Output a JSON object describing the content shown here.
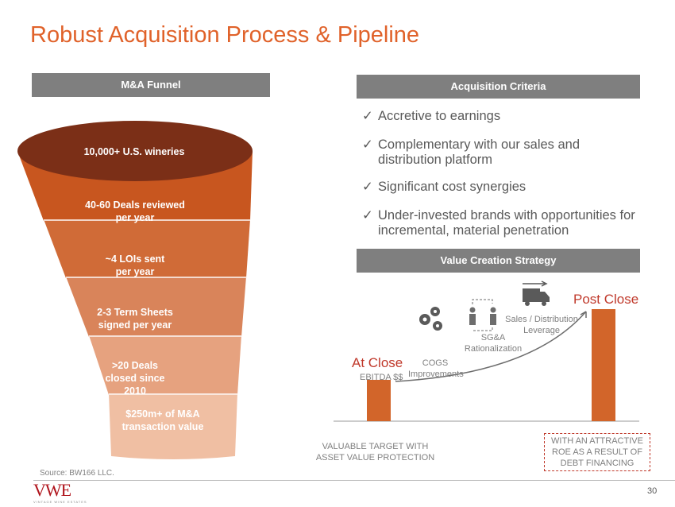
{
  "title": "Robust Acquisition Process & Pipeline",
  "funnel": {
    "header": "M&A Funnel",
    "stages": [
      "10,000+ U.S. wineries",
      "40-60 Deals reviewed per year",
      "~4 LOIs sent per year",
      "2-3 Term Sheets signed per year",
      ">20 Deals closed since 2010",
      "$250m+ of M&A transaction value"
    ],
    "colors": [
      "#7b2f17",
      "#c8561f",
      "#d06b37",
      "#d9845a",
      "#e6a27f",
      "#f0bfa3"
    ]
  },
  "criteria": {
    "header": "Acquisition Criteria",
    "check": "✓",
    "items": [
      "Accretive to earnings",
      "Complementary with our sales and distribution platform",
      "Significant cost synergies",
      "Under-invested brands with opportunities for incremental, material penetration"
    ]
  },
  "value_creation": {
    "header": "Value Creation Strategy",
    "at_close": "At Close",
    "ebitda": "EBITDA $$",
    "post_close": "Post Close",
    "cogs": "COGS Improvements",
    "sga": "SG&A Rationalization",
    "sales": "Sales / Distribution Leverage",
    "left_caption": "VALUABLE TARGET WITH ASSET VALUE PROTECTION",
    "right_caption": "WITH AN ATTRACTIVE ROE AS A RESULT OF DEBT FINANCING",
    "bar_color": "#d2652a"
  },
  "source": "Source: BW166 LLC.",
  "logo": "VWE",
  "logo_sub": "VINTAGE WINE ESTATES",
  "page_number": "30"
}
